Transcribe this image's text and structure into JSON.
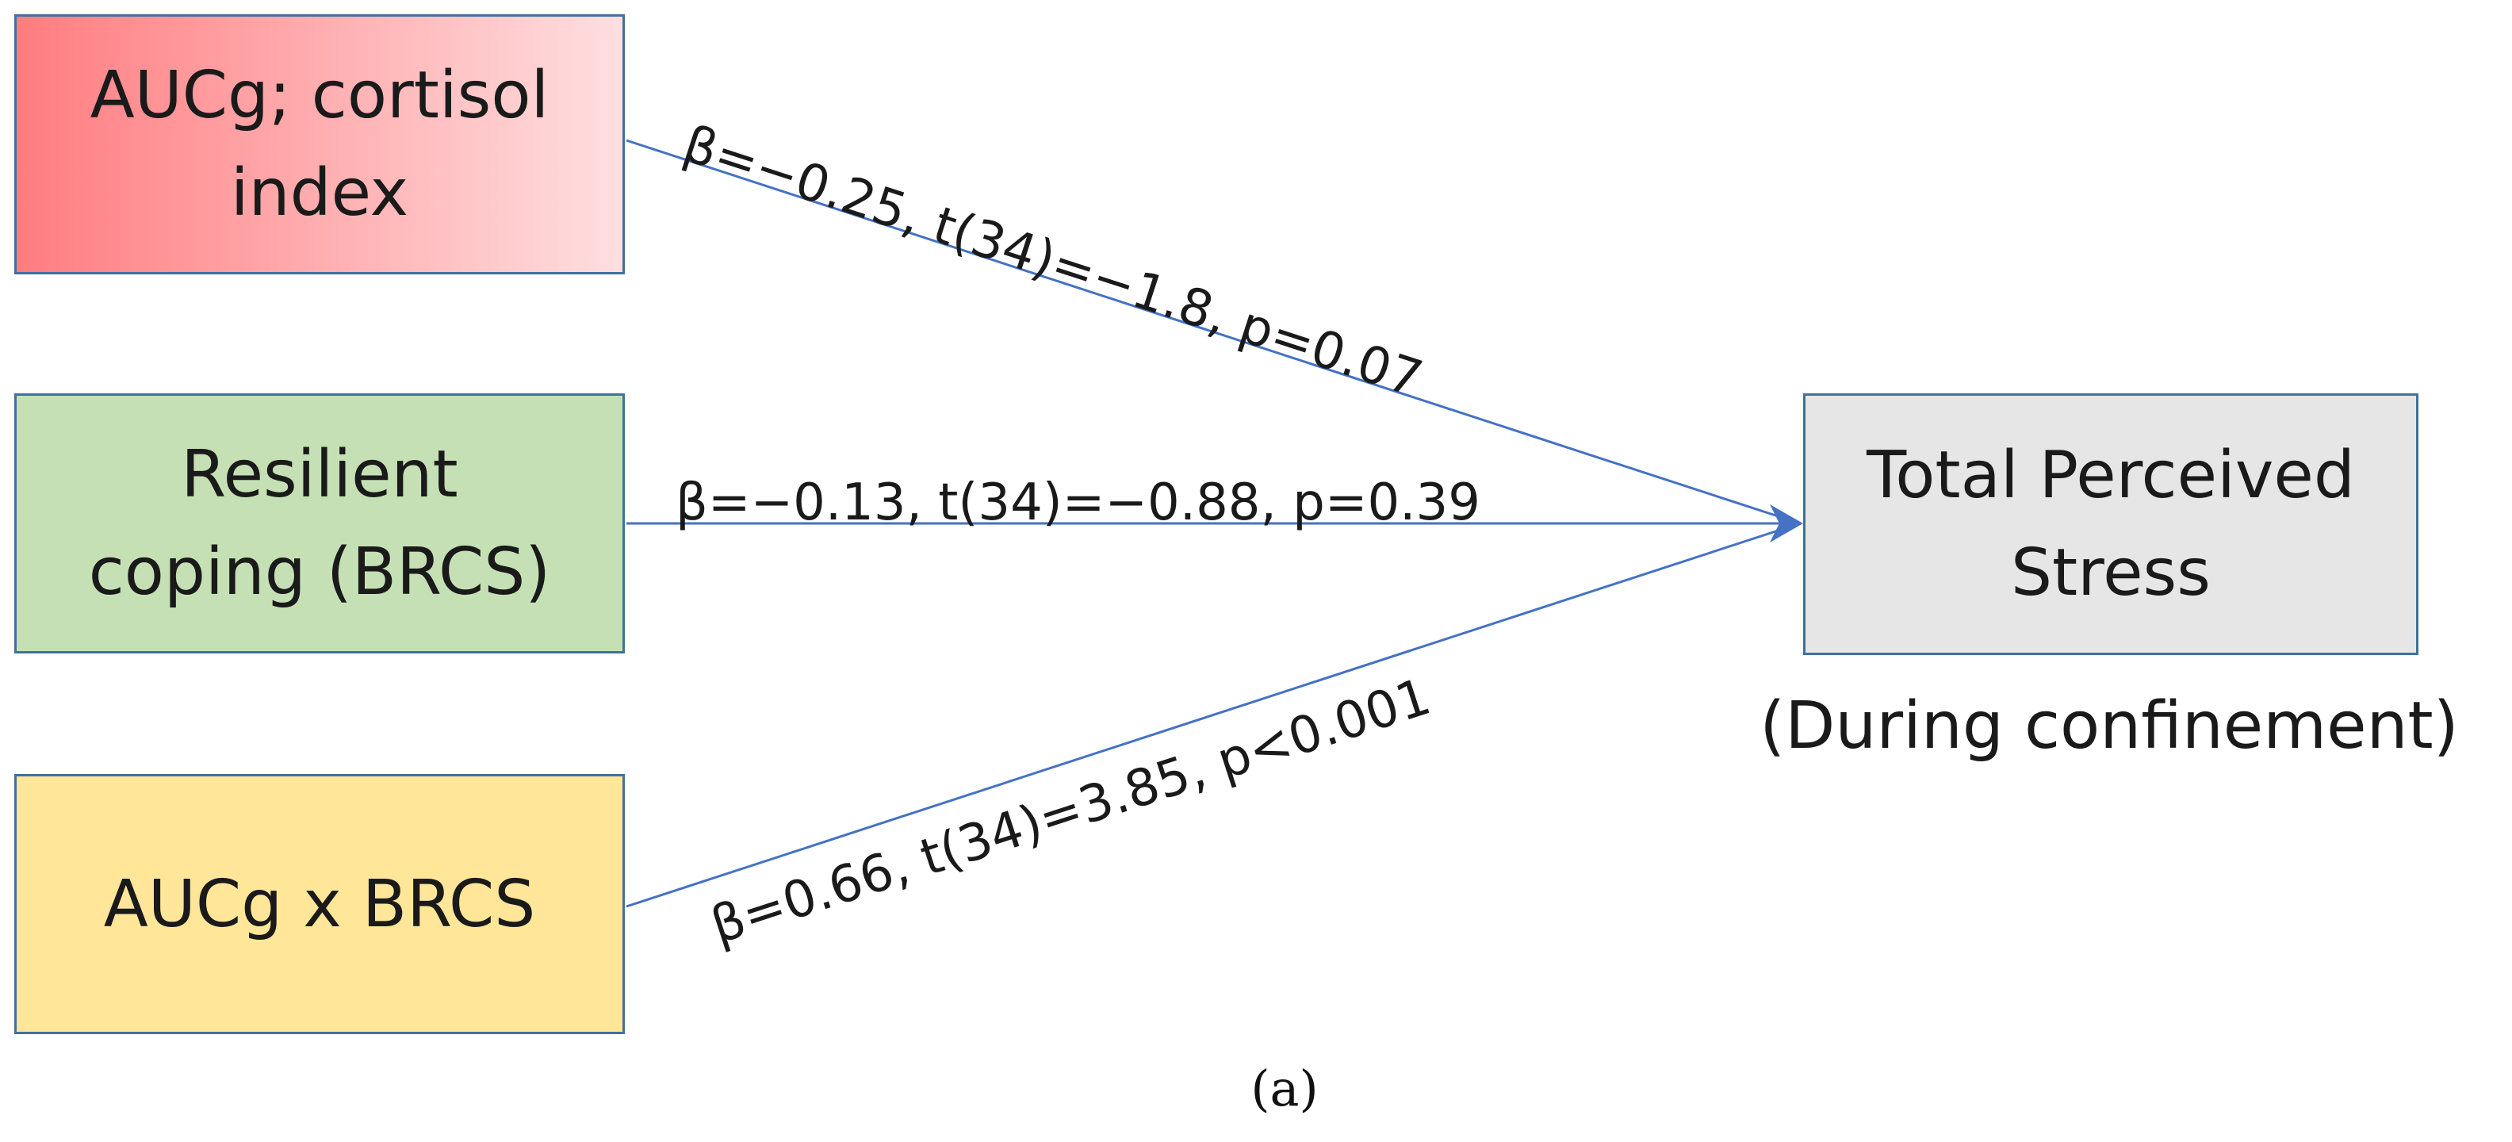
{
  "boxes": {
    "cortisol": {
      "label": "AUCg; cortisol\nindex",
      "color": "#ff7c80"
    },
    "brcs": {
      "label": "Resilient\ncoping (BRCS)",
      "color": "#c5e0b4"
    },
    "interaction": {
      "label": "AUCg x BRCS",
      "color": "#ffe699"
    },
    "outcome": {
      "label": "Total Perceived\nStress",
      "color": "#e7e6e6"
    }
  },
  "outcome_note": "(During confinement)",
  "paths": [
    {
      "from": "cortisol",
      "label": "β=−0.25, t(34)=−1.8, p=0.07"
    },
    {
      "from": "brcs",
      "label": "β=−0.13, t(34)=−0.88, p=0.39"
    },
    {
      "from": "interaction",
      "label": "β=0.66, t(34)=3.85, p<0.001"
    }
  ],
  "panel_label": "(a)",
  "colors": {
    "arrow": "#4472c4",
    "border": "#41719c"
  }
}
